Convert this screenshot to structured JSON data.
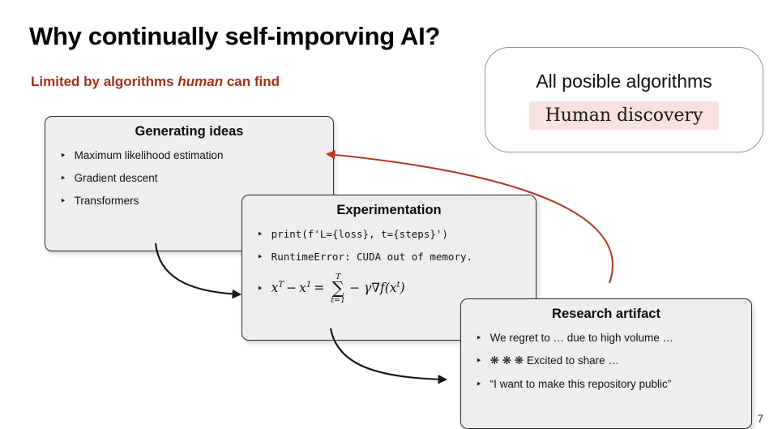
{
  "slide": {
    "title": "Why continually self-imporving AI?",
    "page_number": "7"
  },
  "subtitle": {
    "prefix": "Limited by algorithms ",
    "emphasis": "human",
    "suffix": " can find"
  },
  "algorithms_box": {
    "label": "All posible algorithms",
    "inner_label": "Human discovery"
  },
  "cards": [
    {
      "title": "Generating ideas",
      "bullets": [
        "Maximum likelihood estimation",
        "Gradient descent",
        "Transformers"
      ]
    },
    {
      "title": "Experimentation",
      "bullets": [
        "print(f'L={loss}, t={steps}')",
        "RuntimeError: CUDA out of memory."
      ],
      "formula": {
        "term1_base": "x",
        "term1_sup": "T",
        "minus": "−",
        "term2_base": "x",
        "term2_sup": "1",
        "equals": "=",
        "sum_upper": "T",
        "sum_symbol": "∑",
        "sum_lower": "t=1",
        "rhs": "− γ∇f(x",
        "rhs_sup": "t",
        "rhs_close": ")"
      }
    },
    {
      "title": "Research artifact",
      "bullets": [
        "We regret to … due to high volume …",
        "❋ ❋ ❋ Excited to share …",
        "“I want to make this repository public”"
      ]
    }
  ],
  "colors": {
    "accent_red": "#a52f17",
    "arrow_red": "#b23a2a",
    "card_background": "#eeeeee",
    "human_discovery_background": "#f8e2df"
  },
  "icons": {
    "bullet_marker": "‣"
  }
}
